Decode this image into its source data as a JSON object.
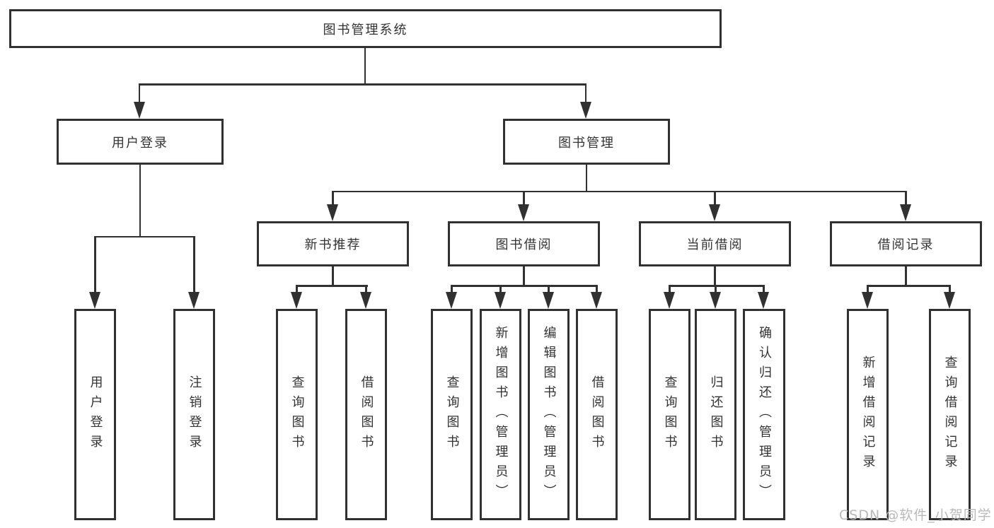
{
  "diagram": {
    "root": "图书管理系统",
    "level2": {
      "user_login": "用户登录",
      "book_mgmt": "图书管理"
    },
    "level3": {
      "new_book": "新书推荐",
      "borrow": "图书借阅",
      "current": "当前借阅",
      "records": "借阅记录"
    },
    "leaves": {
      "user_login": [
        "用户登录",
        "注销登录"
      ],
      "new_book": [
        "查询图书",
        "借阅图书"
      ],
      "borrow": [
        "查询图书",
        "新增图书（管理员）",
        "编辑图书（管理员）",
        "借阅图书"
      ],
      "current": [
        "查询图书",
        "归还图书",
        "确认归还（管理员）"
      ],
      "records": [
        "新增借阅记录",
        "查询借阅记录"
      ]
    }
  },
  "watermark": "CSDN @软件_小贺同学",
  "colors": {
    "line": "#313131",
    "text": "#333333",
    "watermark": "#b9b9b9",
    "background": "#ffffff"
  }
}
